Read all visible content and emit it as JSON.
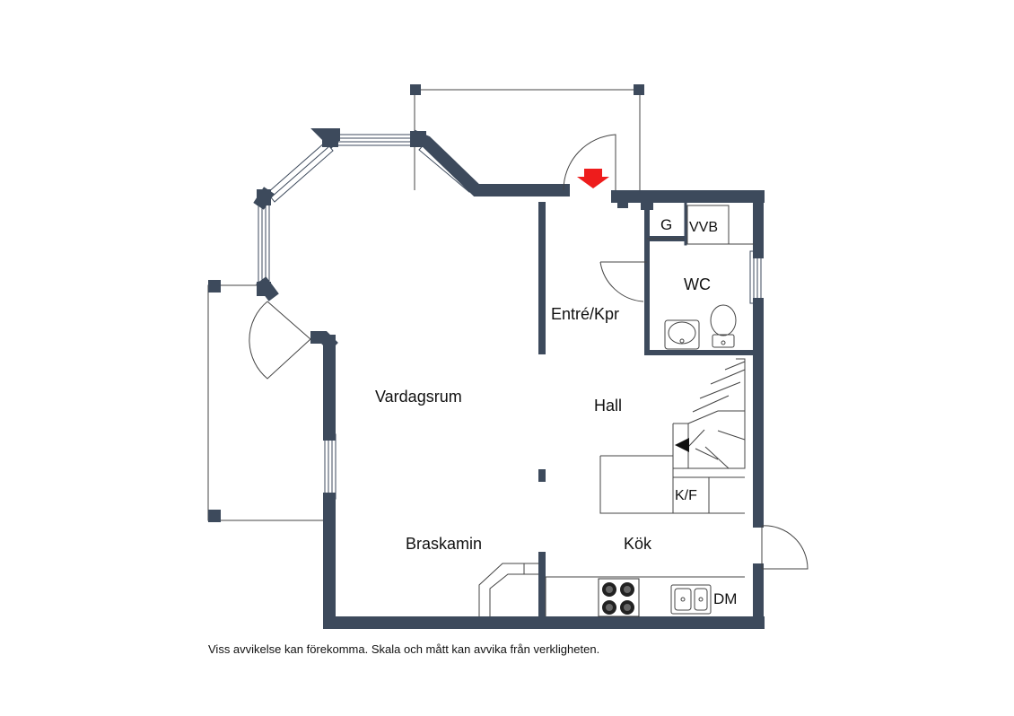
{
  "plan": {
    "rooms": {
      "vardagsrum": "Vardagsrum",
      "entre": "Entré/Kpr",
      "hall": "Hall",
      "braskamin": "Braskamin",
      "kok": "Kök",
      "wc": "WC",
      "g": "G",
      "vvb": "VVB",
      "kf": "K/F",
      "dm": "DM"
    },
    "disclaimer": "Viss avvikelse kan förekomma. Skala och mått kan avvika från verkligheten.",
    "colors": {
      "wall": "#3d4a5c",
      "entrance_arrow": "#ee1c1c",
      "stair_arrow": "#111111"
    },
    "icons": [
      "entrance-arrow-icon",
      "stair-direction-icon",
      "stove-icon",
      "sink-icon",
      "toilet-icon",
      "washbasin-icon"
    ]
  }
}
